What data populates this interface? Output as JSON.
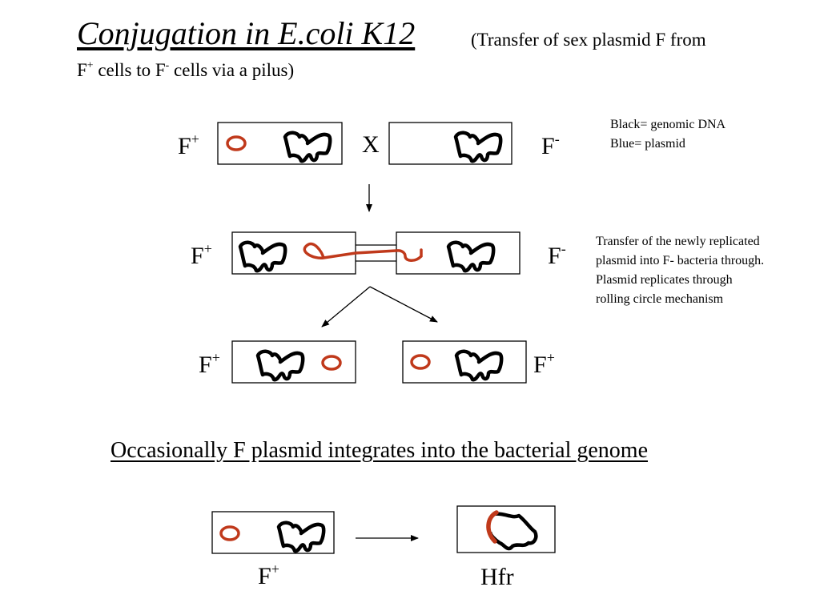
{
  "title": {
    "main": "Conjugation in E.coli K12",
    "subtitle_part1": "(Transfer of sex plasmid F from",
    "subtitle_line2_a": "F",
    "subtitle_line2_sup_plus": "+",
    "subtitle_line2_b": " cells to F",
    "subtitle_line2_sup_minus": "-",
    "subtitle_line2_c": " cells via a pilus)"
  },
  "legend": {
    "black": "Black= genomic DNA",
    "blue": "Blue= plasmid"
  },
  "labels": {
    "F": "F",
    "plus": "+",
    "minus": "-",
    "cross": "X",
    "hfr": "Hfr"
  },
  "transfer_note": {
    "line1": "Transfer of the newly replicated",
    "line2": "plasmid into F- bacteria through.",
    "line3": "Plasmid replicates through",
    "line4": "rolling circle mechanism"
  },
  "integration_heading": "Occasionally F plasmid integrates into the bacterial genome",
  "colors": {
    "plasmid": "#c0391b",
    "genomic_dna": "#000000",
    "cell_border": "#000000"
  }
}
